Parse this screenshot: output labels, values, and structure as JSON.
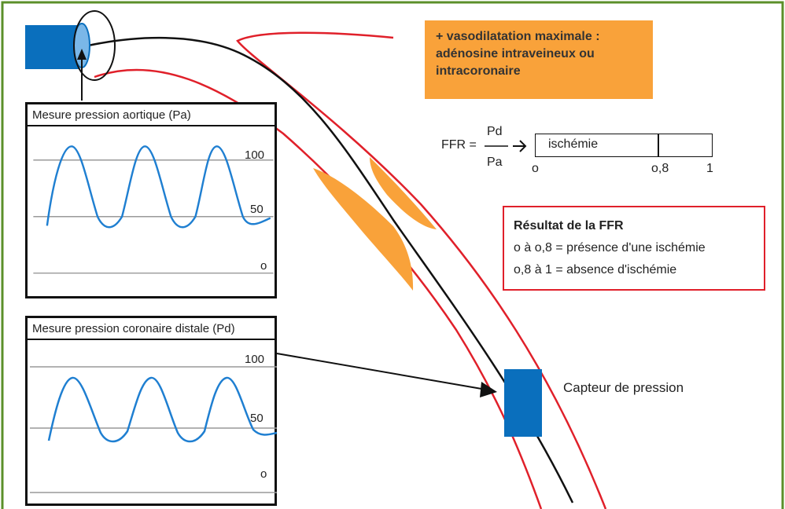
{
  "callout": {
    "lines": [
      "+ vasodilatation maximale :",
      "adénosine intraveineux ou",
      "intracoronaire"
    ]
  },
  "formula": {
    "lhs": "FFR =",
    "numerator": "Pd",
    "denominator": "Pa",
    "arrow": "→",
    "scale_label": "ischémie",
    "scale_ticks": [
      "o",
      "o,8",
      "1"
    ]
  },
  "result": {
    "title": "Résultat de la FFR",
    "line1": "o à o,8 = présence d'une ischémie",
    "line2": "o,8 à 1 = absence d'ischémie"
  },
  "panel_aortic": {
    "title": "Mesure pression aortique (Pa)",
    "ticks": [
      "100",
      "50",
      "o"
    ]
  },
  "panel_distal": {
    "title": "Mesure pression coronaire distale (Pd)",
    "ticks": [
      "100",
      "50",
      "o"
    ]
  },
  "sensor_label": "Capteur de pression",
  "colors": {
    "frame": "#5b8f2a",
    "vessel": "#e0202a",
    "plaque": "#f9a23a",
    "sensor": "#0a6fbd",
    "wave": "#1f7fd1",
    "callout": "#f9a23a"
  }
}
